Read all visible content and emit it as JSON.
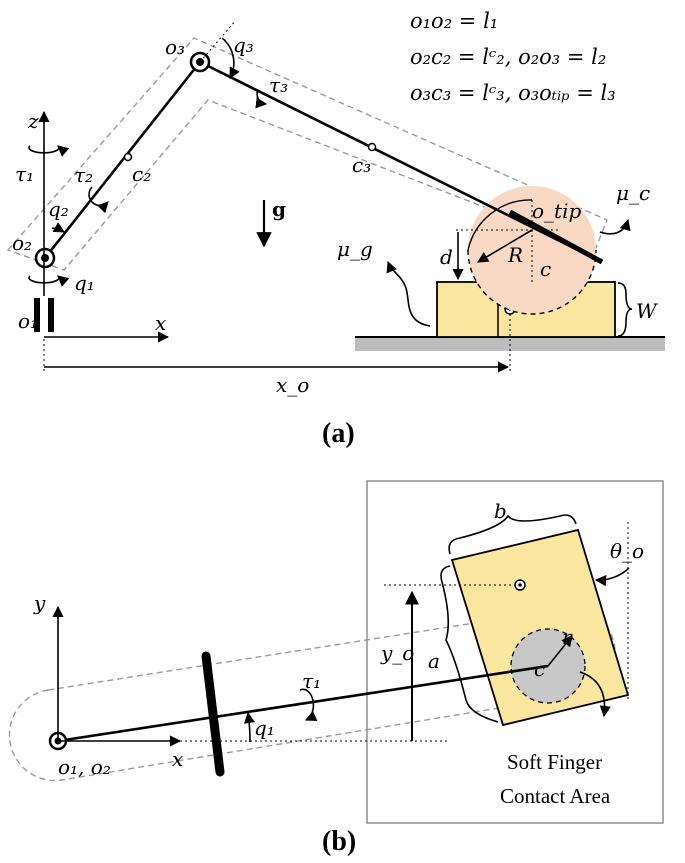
{
  "panel_a": {
    "equations": [
      "o₁o₂ = l₁",
      "o₂c₂ = lᶜ₂,  o₂o₃ = l₂",
      "o₃c₃ = lᶜ₃,  o₃oₜᵢₚ = l₃"
    ],
    "labels": {
      "o3": "o₃",
      "q3": "q₃",
      "tau3": "τ₃",
      "c3": "c₃",
      "z": "z",
      "tau1": "τ₁",
      "tau2": "τ₂",
      "c2": "c₂",
      "q2": "q₂",
      "o2": "o₂",
      "q1": "q₁",
      "o1": "o₁",
      "x": "x",
      "g": "g",
      "mu_g": "μ_g",
      "mu_c": "μ_c",
      "otip": "o_tip",
      "d": "d",
      "R": "R",
      "c": "c",
      "W": "W",
      "xo": "x_o"
    },
    "caption": "(a)"
  },
  "panel_b": {
    "labels": {
      "y": "y",
      "x": "x",
      "o1o2": "o₁, o₂",
      "tau1": "τ₁",
      "q1": "q₁",
      "yo": "y_o",
      "a": "a",
      "b": "b",
      "theta_o": "θ_o",
      "r": "r",
      "c": "c",
      "contact_line1": "Soft Finger",
      "contact_line2": "Contact Area"
    },
    "caption": "(b)"
  },
  "colors": {
    "object": "#fbe6a0",
    "contact_disc": "#f9d8c4",
    "soft_finger": "#c8c8c8",
    "ground": "#bdbdbd"
  }
}
